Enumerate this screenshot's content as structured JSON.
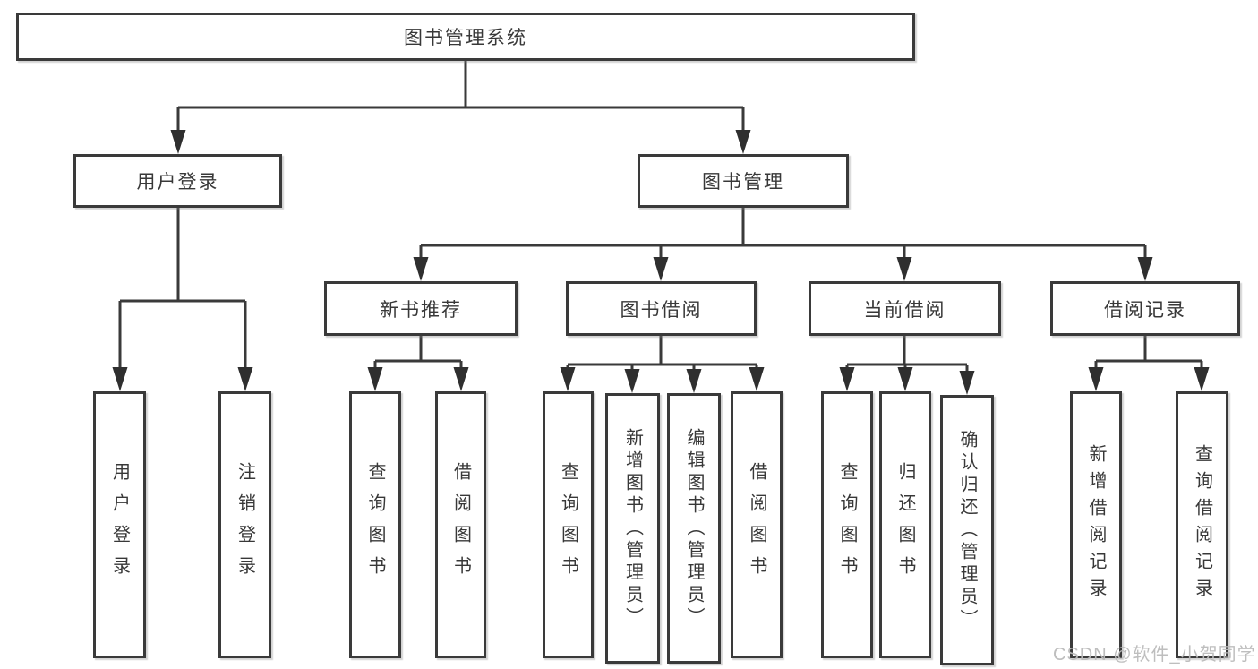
{
  "nodes": {
    "root": "图书管理系统",
    "userLogin": "用户登录",
    "bookManagement": "图书管理",
    "userLoginLeaf": "用户登录",
    "logoutLeaf": "注销登录",
    "newBookRec": "新书推荐",
    "bookBorrow": "图书借阅",
    "currentBorrow": "当前借阅",
    "borrowRecords": "借阅记录",
    "nbrQuery": "查询图书",
    "nbrBorrow": "借阅图书",
    "bbQuery": "查询图书",
    "bbAdd": "新增图书（管理员）",
    "bbEdit": "编辑图书（管理员）",
    "bbBorrow": "借阅图书",
    "cbQuery": "查询图书",
    "cbReturn": "归还图书",
    "cbConfirm": "确认归还（管理员）",
    "brAdd": "新增借阅记录",
    "brQuery": "查询借阅记录"
  },
  "watermark": "CSDN @软件_小贺同学",
  "colors": {
    "line": "#3a3a3a",
    "arrow": "#2f2f2f",
    "text": "#383838",
    "watermark": "#bababa",
    "background": "#ffffff"
  }
}
